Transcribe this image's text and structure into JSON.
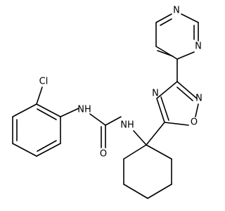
{
  "molecule": {
    "atom_labels": {
      "cl": "Cl",
      "nh_left": "NH",
      "nh_right": "NH",
      "o_carbonyl": "O",
      "n_pyrazine_top": "N",
      "n_pyrazine_bottom": "N",
      "n_oxadiazole_left": "N",
      "n_oxadiazole_right": "N",
      "o_oxadiazole": "O"
    },
    "colors": {
      "bond": "#000000",
      "label": "#000000",
      "background": "#ffffff"
    }
  }
}
